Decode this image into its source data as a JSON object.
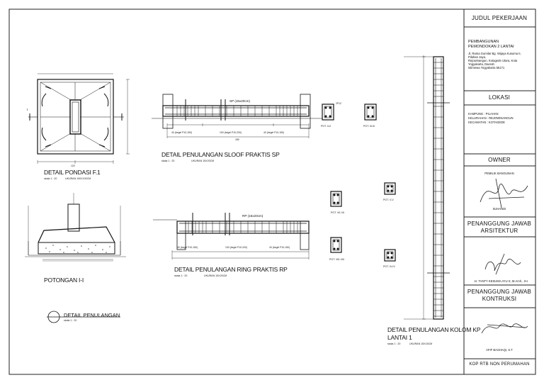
{
  "title_block": {
    "project_heading": "JUDUL PEKERJAAN",
    "project_name_1": "PEMBANGUNAN",
    "project_name_2": "PEMONDOKAN 2 LANTAI",
    "project_address": [
      "Jl. Rama Gumilar Bg. Wijaya Kusuma II,",
      "Pilahan Jaya,",
      "Rejowinangun, Kotagede Utara, Kota",
      "Yogyakarta, Daerah",
      "Istimewa Yogyakarta 55171"
    ],
    "location_heading": "LOKASI",
    "location_lines": [
      "KAMPUNG      : PILAHAN",
      "KELURAHAN  : REJOWINANGUN",
      "KECAMATAN  : KOTAGEDE"
    ],
    "owner_heading": "OWNER",
    "owner_role": "PEMILIK BANGUNAN",
    "owner_name": "SUHANDI",
    "architect_heading_1": "PENANGGUNG JAWAB",
    "architect_heading_2": "ARSITEKTUR",
    "architect_name": "Ar. TANTY KESUMA AYU S, M.Arch., IAI",
    "structure_heading_1": "PENANGGUNG JAWAB",
    "structure_heading_2": "KONTRUKSI",
    "structure_name": "AFIF BASHAQI, S.T",
    "footer": "KOP RTB NON PERUMAHAN"
  },
  "drawings": {
    "pondasi_title": "DETAIL PONDASI F.1",
    "pondasi_scale": "skala 1 : 20",
    "pondasi_size": "UKURAN 100X100CM",
    "potongan_title": "POTONGAN I-I",
    "sloof_title": "DETAIL PENULANGAN SLOOF PRAKTIS SP",
    "sloof_scale": "skala 1 : 20",
    "sloof_size": "UKURAN 15X20CM",
    "sloof_label": "SP (15x20cm)",
    "ring_title": "DETAIL PENULANGAN RING PRAKTIS RP",
    "ring_scale": "skala 1 : 20",
    "ring_size": "UKURAN 15X20CM",
    "ring_label": "RP (15x20cm)",
    "kolom_title_1": "DETAIL PENULANGAN KOLOM KP",
    "kolom_title_2": "LANTAI 1",
    "kolom_scale": "skala 1 : 20",
    "kolom_size": "UKURAN 15X15CM",
    "legend_title": "DETAIL PENULANGAN",
    "legend_scale": "skala 1 : 20",
    "pot_1": "POT. II-II",
    "pot_2": "POT. III-III",
    "pot_3": "POT. VII-VII",
    "pot_4": "POT. VIII-VIII",
    "pot_5": "POT. V-V",
    "pot_6": "POT. IV-IV",
    "begel_1": "40 (begel P10-150)",
    "begel_2": "100 (begel P10-200)",
    "begel_3": "40 (begel P10-150)",
    "dim_sloof": "180",
    "dim_pondasi": "120",
    "rebar": "2P12",
    "marks": [
      "I",
      "II",
      "III",
      "IV",
      "V"
    ]
  }
}
